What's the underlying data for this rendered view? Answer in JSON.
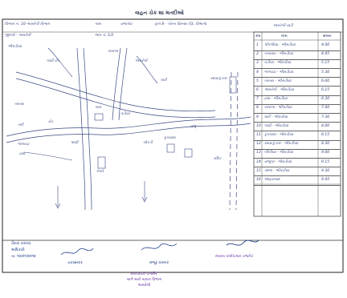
{
  "title": "વાહન ચેક શા મતદીઓ",
  "header": {
    "line1_left": "વિભાગ નં. 10-અમરેલી વિભાગ",
    "line1_mid": "ગામ",
    "line1_right": "રાજકોટ",
    "line1_far": "ફાલ 8 - ચેતન વિસ્તાર (ફિ. વિભાગ)",
    "line2_left": "જીલ્લો - અમરેલી",
    "line2_mid": "ભાગ નં. 1/2",
    "table_caption": "અમરેલી વાડી"
  },
  "table": {
    "columns": [
      "ક્રમ",
      "નામ",
      "સમય"
    ],
    "rows": [
      {
        "no": "1",
        "name": "પીપળીયા - ભીમડીયા",
        "val": "4.00"
      },
      {
        "no": "2",
        "name": "બગસરા - ભીમડીયા",
        "val": "4.45"
      },
      {
        "no": "3",
        "name": "વડીયા - ભીમડીયા",
        "val": "5.15"
      },
      {
        "no": "4",
        "name": "જંગવડા - ભીમડીયા",
        "val": "5.30"
      },
      {
        "no": "5",
        "name": "બાબરા - ભીમડીયા",
        "val": "6.00"
      },
      {
        "no": "6",
        "name": "અમરેલી - ભીમડીયા",
        "val": "6.15"
      },
      {
        "no": "7",
        "name": "ઢસા - ભીમડીયા",
        "val": "6.30"
      },
      {
        "no": "8",
        "name": "ચલાલા - ભીમડીયા",
        "val": "7.00"
      },
      {
        "no": "9",
        "name": "ધારી - ભીમડીયા",
        "val": "7.30"
      },
      {
        "no": "10",
        "name": "લાઠી - ભીમડીયા",
        "val": "8.00"
      },
      {
        "no": "11",
        "name": "કુંકાવાવ - ભીમડીયા",
        "val": "8.15"
      },
      {
        "no": "12",
        "name": "સાવરકુંડલા - ભીમડીયા",
        "val": "8.30"
      },
      {
        "no": "13",
        "name": "લીલીયા - ભીમડીયા",
        "val": "9.00"
      },
      {
        "no": "14",
        "name": "રાજુલા - ભીમડીયા",
        "val": "9.15"
      },
      {
        "no": "15",
        "name": "ખાંભા - ભીમડીયા",
        "val": "9.30"
      },
      {
        "no": "16",
        "name": "જાફરાબાદ",
        "val": "9.45"
      }
    ]
  },
  "map_labels": {
    "l1": "ભીમડીયા",
    "l2": "લાઠી રોડ",
    "l3": "ચલાલા",
    "l4": "અમરેલી",
    "l5": "ધારી",
    "l6": "બાબરા",
    "l7": "ગામ",
    "l8": "વડીયા",
    "l9": "નદી",
    "l10": "રોડ",
    "l11": "જંગવડા",
    "l12": "પાણી",
    "l13": "ઢસા",
    "l14": "રેલવે",
    "l15": "ચોકડી",
    "l16": "કુંકાવાવ",
    "l17": "નાળું",
    "l18": "સાવરકુંડલા",
    "l19": "મંદિર"
  },
  "footer": {
    "left_line1": "તૈયાર કરનાર",
    "left_line2": "અધિકારી",
    "left_line3": "તા. ૧૨/૦૧/૨૦૧૨",
    "mid_label": "ચકાસનાર",
    "right_label": "મંજૂર કરનાર",
    "stamp_line1": "કાર્યપાલક ઇજનેર",
    "stamp_line2": "માર્ગ અને મકાન વિભાગ",
    "stamp_line3": "અમરેલી",
    "right_stamp": "નાયબ કાર્યપાલક ઇજનેર"
  },
  "colors": {
    "ink": "#2b3a66",
    "stamp": "#6a3aa8",
    "border": "#222222"
  }
}
